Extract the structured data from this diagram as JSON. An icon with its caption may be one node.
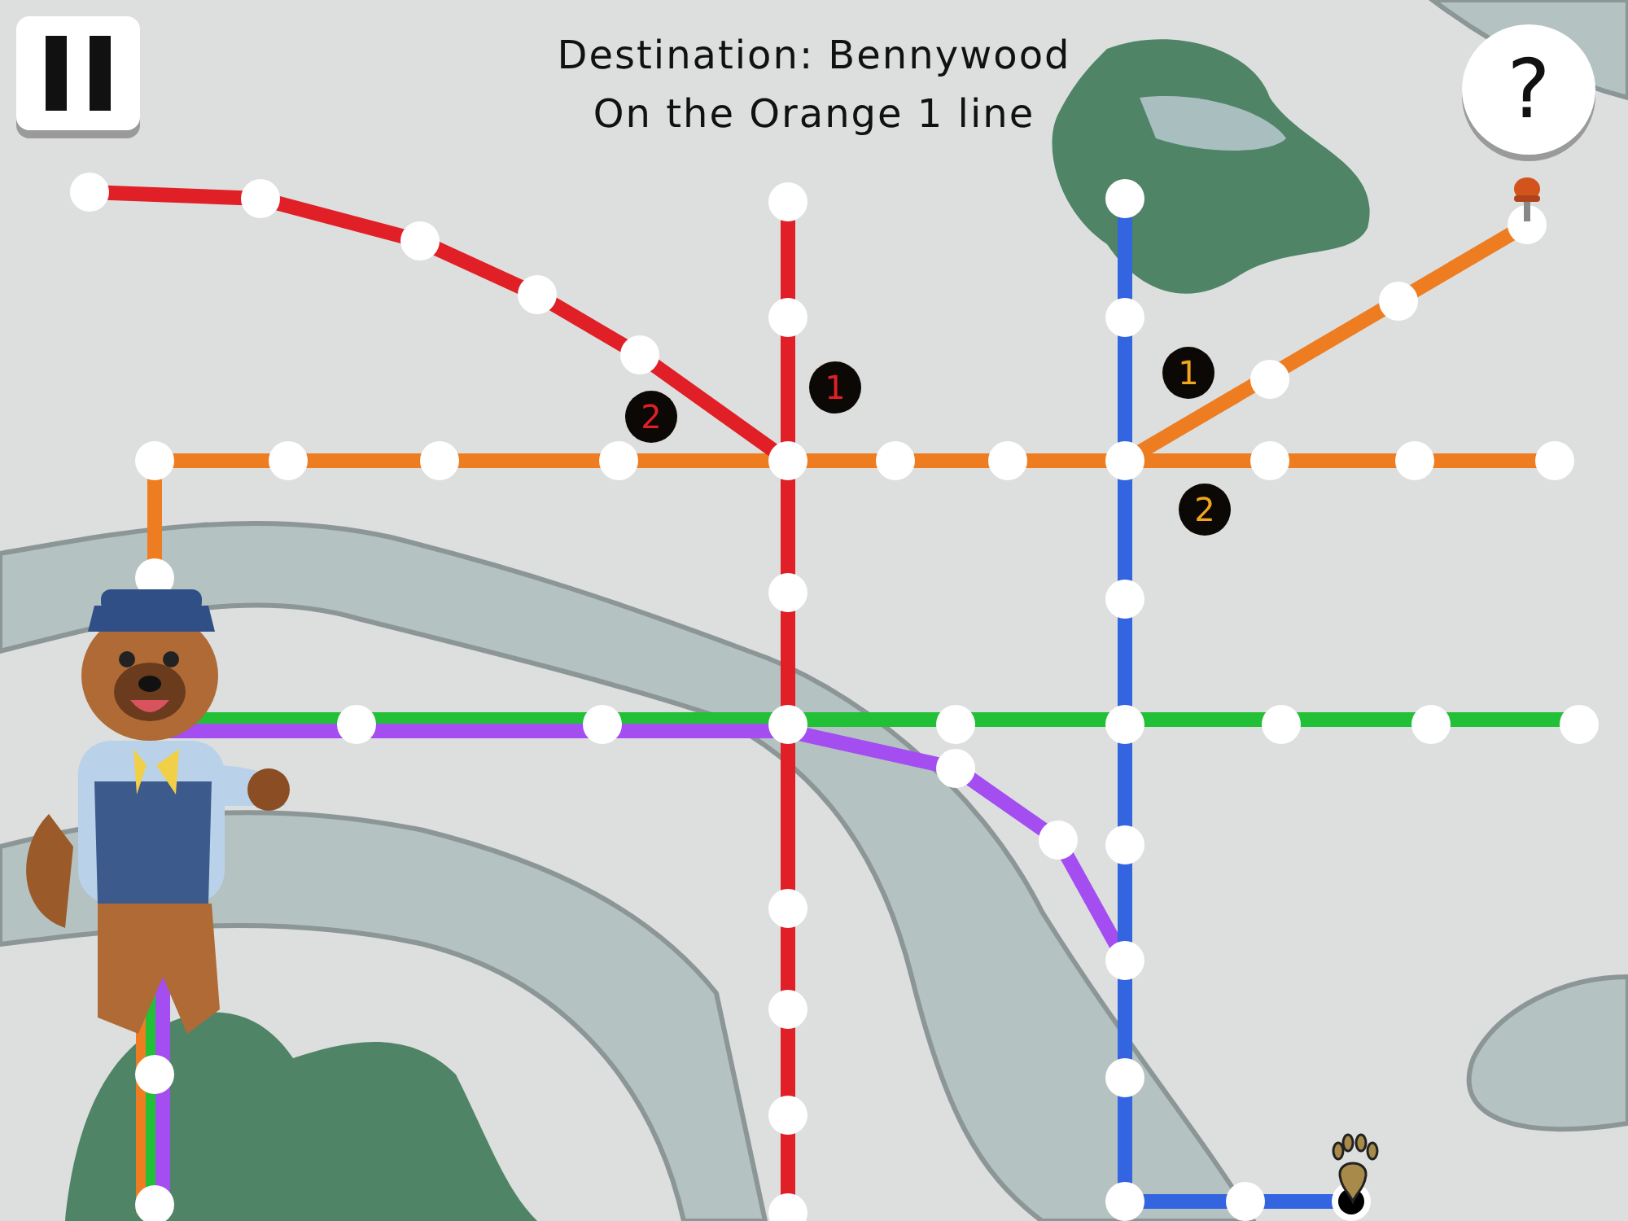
{
  "diagram": {
    "title": "Destination: Bennywood",
    "nodes": [
      {
        "text": [
          "2"
        ]
      },
      {
        "text": [
          "1"
        ]
      },
      {
        "text": [
          "1"
        ]
      },
      {
        "text": [
          "2"
        ]
      }
    ],
    "labels": [
      "On the Orange 1 line",
      "?"
    ]
  }
}
